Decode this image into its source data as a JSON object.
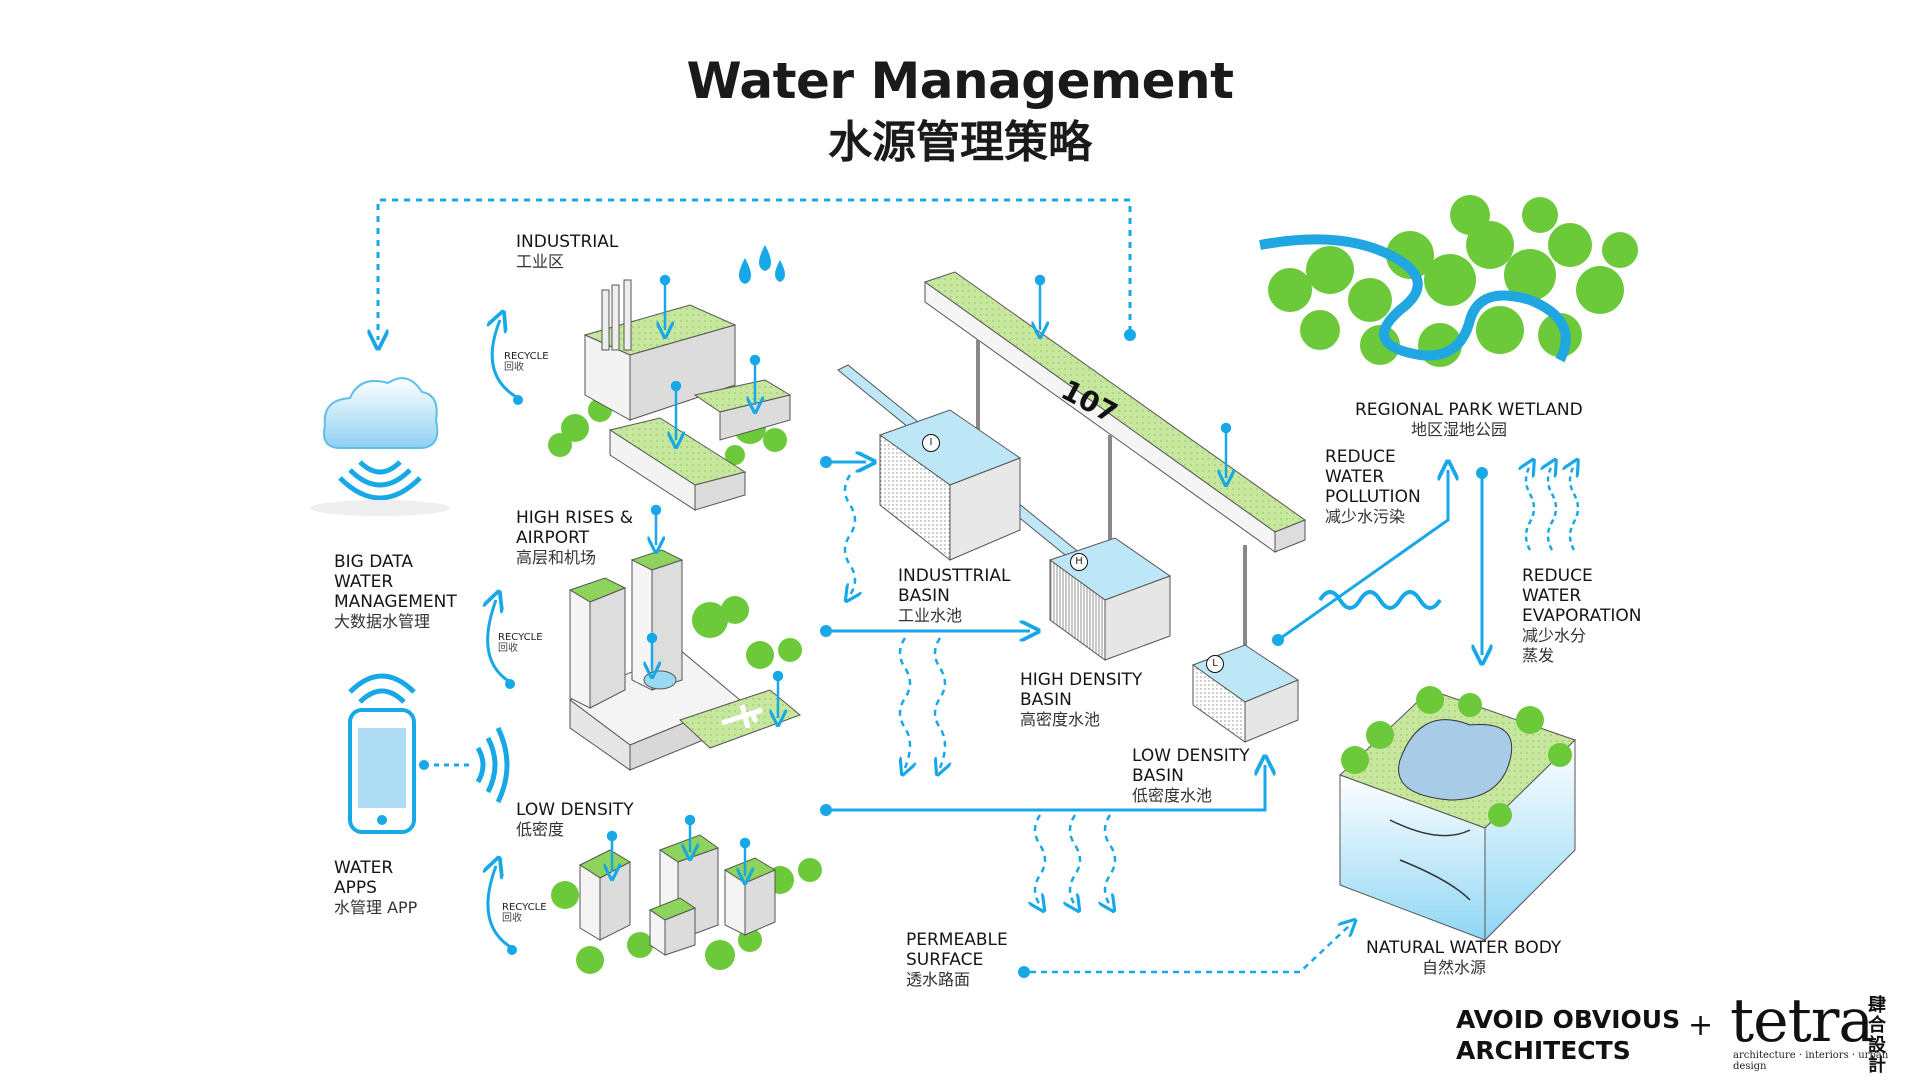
{
  "title": {
    "en": "Water Management",
    "zh": "水源管理策略"
  },
  "zones": {
    "industrial": {
      "en": "INDUSTRIAL",
      "zh": "工业区"
    },
    "highrises": {
      "en_1": "HIGH RISES &",
      "en_2": "AIRPORT",
      "zh": "高层和机场"
    },
    "lowdensity": {
      "en": "LOW DENSITY",
      "zh": "低密度"
    }
  },
  "recycle": {
    "en": "RECYCLE",
    "zh": "回收"
  },
  "bigdata": {
    "en_1": "BIG DATA",
    "en_2": "WATER",
    "en_3": "MANAGEMENT",
    "zh": "大数据水管理"
  },
  "apps": {
    "en_1": "WATER",
    "en_2": "APPS",
    "zh": "水管理 APP"
  },
  "basins": {
    "industrial": {
      "en_1": "INDUSTTRIAL",
      "en_2": "BASIN",
      "zh": "工业水池",
      "badge": "I"
    },
    "high": {
      "en_1": "HIGH DENSITY",
      "en_2": "BASIN",
      "zh": "高密度水池",
      "badge": "H"
    },
    "low": {
      "en_1": "LOW DENSITY",
      "en_2": "BASIN",
      "zh": "低密度水池",
      "badge": "L"
    }
  },
  "road_number": "107",
  "wetland": {
    "en": "REGIONAL PARK WETLAND",
    "zh": "地区湿地公园"
  },
  "pollution": {
    "en_1": "REDUCE",
    "en_2": "WATER",
    "en_3": "POLLUTION",
    "zh": "减少水污染"
  },
  "evaporation": {
    "en_1": "REDUCE",
    "en_2": "WATER",
    "en_3": "EVAPORATION",
    "zh_1": "减少水分",
    "zh_2": "蒸发"
  },
  "permeable": {
    "en_1": "PERMEABLE",
    "en_2": "SURFACE",
    "zh": "透水路面"
  },
  "natural": {
    "en": "NATURAL WATER BODY",
    "zh": "自然水源"
  },
  "brand": {
    "avoid_1": "AVOID OBVIOUS",
    "avoid_2": "ARCHITECTS",
    "plus": "+",
    "tetra": "tetra",
    "tetra_zh": "肆合設計",
    "tetra_sub": "architecture · interiors · urban design"
  },
  "colors": {
    "flow": "#18a8e8",
    "green": "#6cc93a",
    "roof": "#bfe59a",
    "water": "#bde6f7",
    "ink": "#111111"
  }
}
